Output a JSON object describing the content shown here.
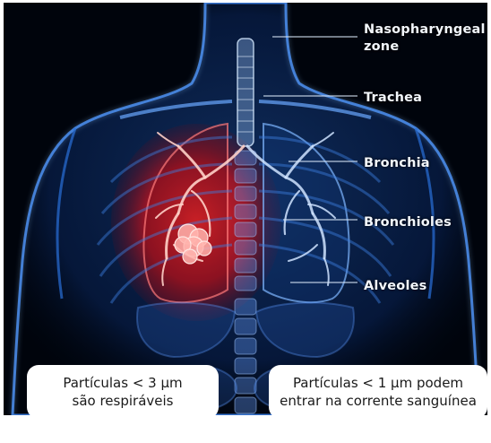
{
  "labels": {
    "nasopharyngeal_line1": "Nasopharyngeal",
    "nasopharyngeal_line2": "zone",
    "trachea": "Trachea",
    "bronchia": "Bronchia",
    "bronchioles": "Bronchioles",
    "alveoles": "Alveoles"
  },
  "callouts": {
    "left": {
      "line1": "Partículas < 3 µm",
      "line2": "são respiráveis"
    },
    "right": {
      "line1": "Partículas < 1 µm podem",
      "line2": "entrar na corrente sanguínea"
    }
  },
  "colors": {
    "body_glow": "#2f74d6",
    "inflamed_lung": "#e0141c",
    "background": "#00040c"
  }
}
